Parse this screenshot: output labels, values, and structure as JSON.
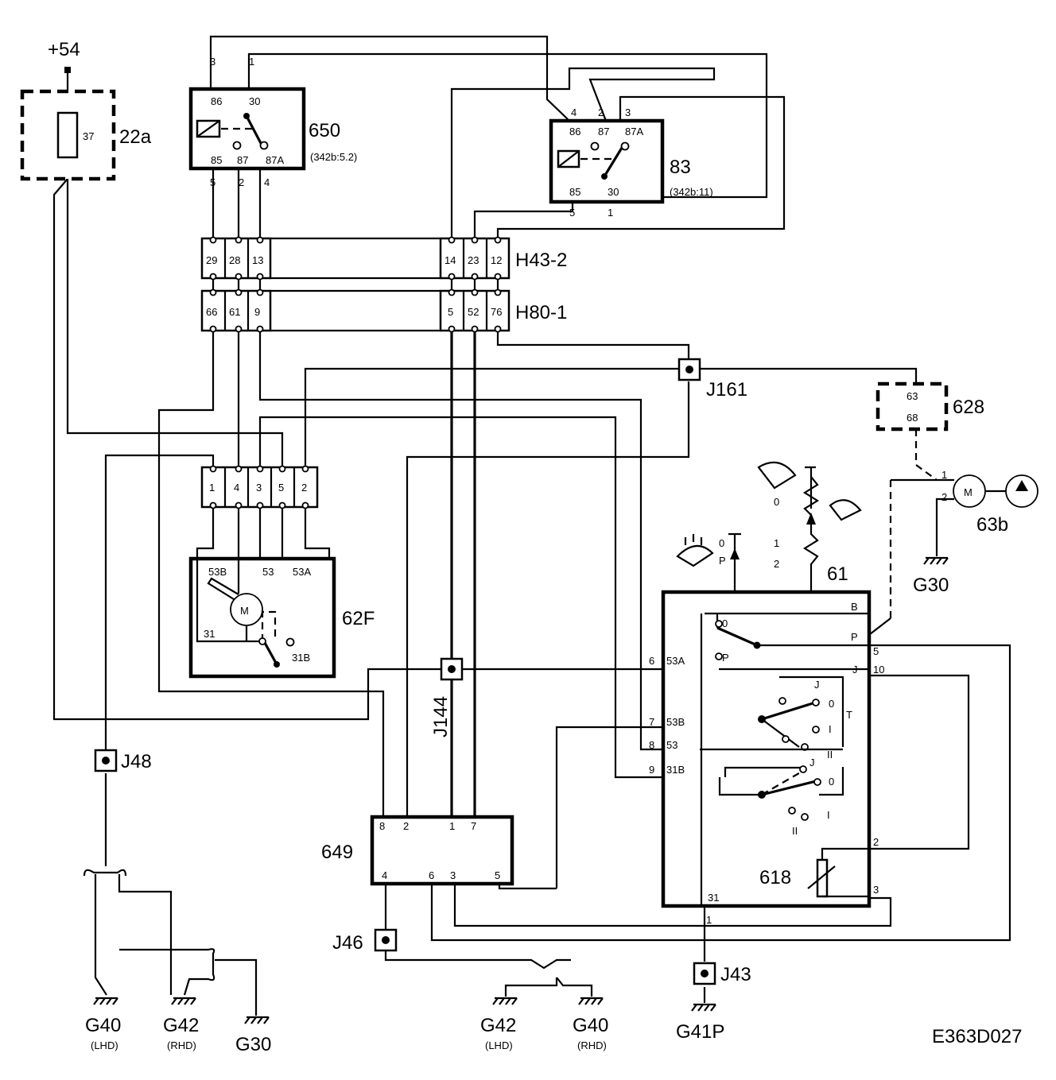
{
  "components": {
    "supply": "+54",
    "fuse_box": "22a",
    "fuse_value": "37",
    "relay_650": {
      "label": "650",
      "ref": "(342b:5.2)",
      "pins": [
        "86",
        "30",
        "85",
        "87",
        "87A"
      ],
      "wires": [
        "3",
        "1",
        "5",
        "2",
        "4"
      ]
    },
    "relay_83": {
      "label": "83",
      "ref": "(342b:11)",
      "pins": [
        "86",
        "87",
        "87A",
        "85",
        "30"
      ],
      "wires": [
        "4",
        "2",
        "3",
        "5",
        "1"
      ]
    },
    "connector_h43": {
      "label": "H43-2",
      "pins": [
        "29",
        "28",
        "13",
        "14",
        "23",
        "12"
      ]
    },
    "connector_h80": {
      "label": "H80-1",
      "pins": [
        "66",
        "61",
        "9",
        "5",
        "52",
        "76"
      ]
    },
    "connector_motor": {
      "pins": [
        "1",
        "4",
        "3",
        "5",
        "2"
      ]
    },
    "motor_62f": {
      "label": "62F",
      "terms": [
        "53B",
        "53",
        "53A",
        "31",
        "31B"
      ],
      "symbol": "M"
    },
    "junctions": [
      "J161",
      "J144",
      "J48",
      "J46",
      "J43"
    ],
    "module_628": {
      "label": "628",
      "pins": [
        "63",
        "68"
      ]
    },
    "pump_63b": {
      "label": "63b",
      "symbol": "M",
      "pins": [
        "1",
        "2"
      ]
    },
    "switch_61": {
      "label": "61",
      "rows": [
        {
          "num": "6",
          "term": "53A"
        },
        {
          "num": "7",
          "term": "53B"
        },
        {
          "num": "8",
          "term": "53"
        },
        {
          "num": "9",
          "term": "31B"
        }
      ],
      "right_labels": [
        "B",
        "P",
        "J",
        "5",
        "10",
        "2",
        "3"
      ],
      "pos_labels": [
        "0",
        "P",
        "J",
        "0",
        "T",
        "I",
        "II",
        "J",
        "0",
        "I",
        "II"
      ],
      "wash_labels": [
        "0",
        "P"
      ],
      "wipe_labels": [
        "0",
        "1",
        "2"
      ],
      "pot": "618",
      "ground_pins": [
        "31",
        "1"
      ]
    },
    "module_649": {
      "label": "649",
      "top_pins": [
        "8",
        "2",
        "1",
        "7"
      ],
      "bottom_pins": [
        "4",
        "6",
        "3",
        "5"
      ]
    },
    "grounds": {
      "left": [
        {
          "name": "G40",
          "note": "(LHD)"
        },
        {
          "name": "G42",
          "note": "(RHD)"
        },
        {
          "name": "G30",
          "note": ""
        }
      ],
      "middle": [
        {
          "name": "G42",
          "note": "(LHD)"
        },
        {
          "name": "G40",
          "note": "(RHD)"
        }
      ],
      "switch": {
        "name": "G41P",
        "note": ""
      },
      "pump": {
        "name": "G30",
        "note": ""
      }
    },
    "drawing_id": "E363D027"
  }
}
